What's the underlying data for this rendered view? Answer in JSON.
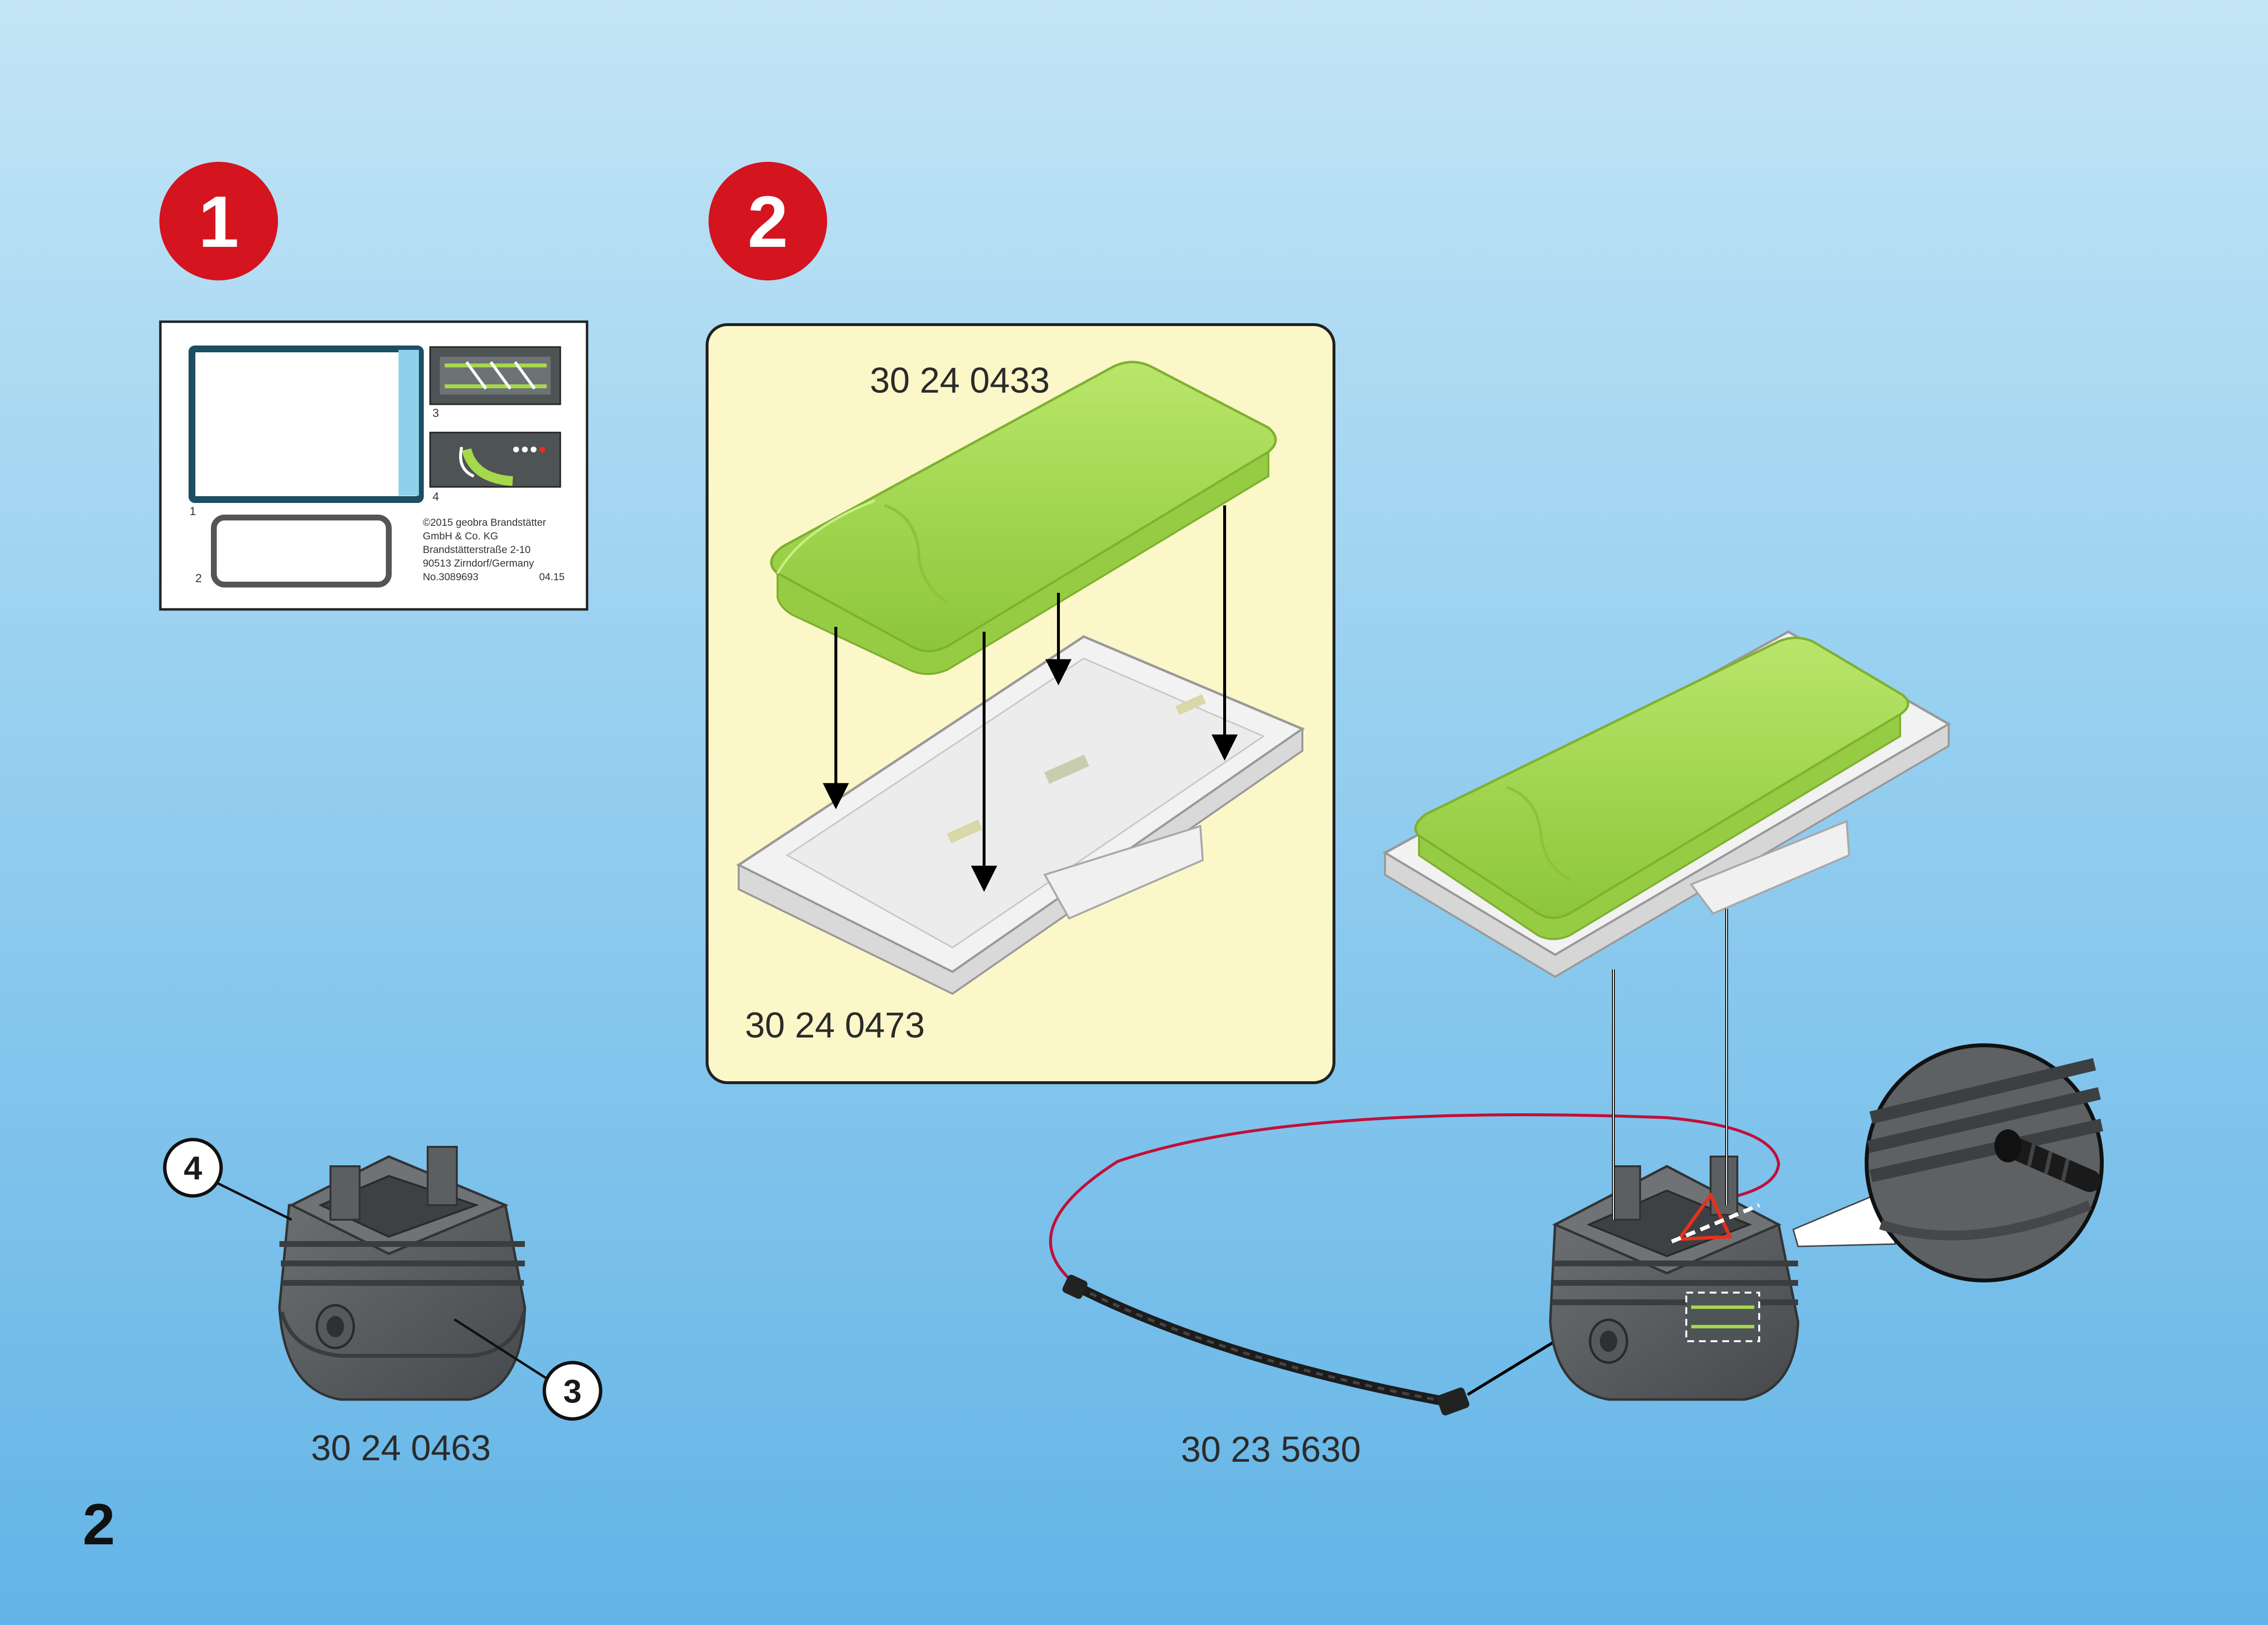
{
  "page_number": "2",
  "steps": [
    {
      "number": "1"
    },
    {
      "number": "2"
    }
  ],
  "sticker_sheet": {
    "labels": [
      "1",
      "2",
      "3",
      "4"
    ],
    "copyright": [
      "©2015 geobra Brandstätter",
      "GmbH & Co. KG",
      "Brandstätterstraße 2-10",
      "90513 Zirndorf/Germany",
      "No.3089693"
    ],
    "date": "04.15"
  },
  "parts": {
    "mattress": "30 24 0433",
    "bed_frame": "30 24 0473",
    "base": "30 24 0463",
    "cable": "30 23 5630"
  },
  "callouts": [
    "4",
    "3"
  ],
  "colors": {
    "step_badge": "#d4141f",
    "panel_bg": "#fbf7c8",
    "mattress_green": "#a6d84c",
    "frame_white": "#f2f2f2",
    "base_grey": "#55595c",
    "cable_red": "#c0103a"
  }
}
